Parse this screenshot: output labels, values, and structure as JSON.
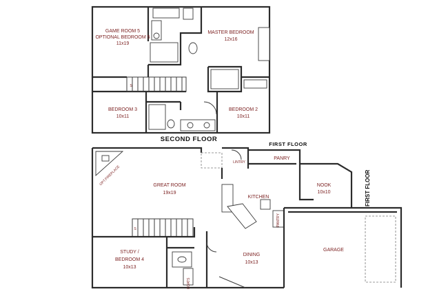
{
  "titles": {
    "second_floor": "SECOND FLOOR",
    "first_floor_top": "FIRST FLOOR",
    "first_floor_side": "FIRST FLOOR"
  },
  "second_floor": {
    "game_room_name": "GAME ROOM 5",
    "game_room_alt": "OPTIONAL BEDROOM 5",
    "game_room_size": "11x19",
    "master_name": "MASTER BEDROOM",
    "master_size": "12x16",
    "bedroom3_name": "BEDROOM 3",
    "bedroom3_size": "10x11",
    "bedroom2_name": "BEDROOM 2",
    "bedroom2_size": "10x11",
    "stair_mark": "S"
  },
  "first_floor": {
    "great_room_name": "GREAT ROOM",
    "great_room_size": "19x19",
    "fireplace": "OPT.FIREPLACE",
    "lintry": "LINTRY",
    "panry": "PANRY",
    "kitchen": "KITCHEN",
    "nook_name": "NOOK",
    "nook_size": "10x10",
    "garage": "GARAGE",
    "study_name": "STUDY /",
    "study_alt": "BEDROOM 4",
    "study_size": "10x13",
    "dining_name": "DINING",
    "dining_size": "10x13",
    "pantry_small": "PANTRY",
    "coats": "COATS",
    "stair_mark": "S"
  }
}
